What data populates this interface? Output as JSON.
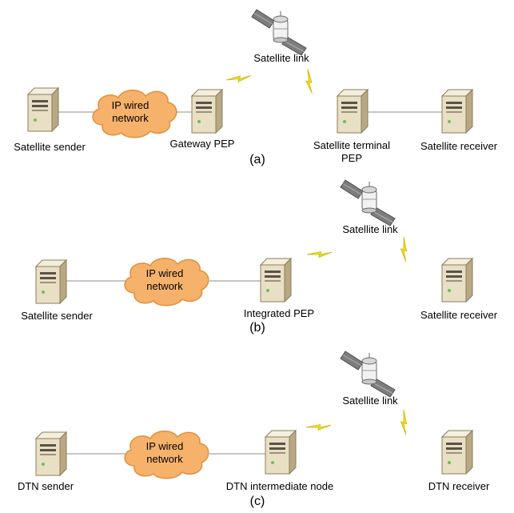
{
  "panels": [
    {
      "caption": "(a)",
      "satellite_label": "Satellite link",
      "cloud_label_line1": "IP wired",
      "cloud_label_line2": "network",
      "nodes": {
        "sender": "Satellite sender",
        "gateway": "Gateway PEP",
        "terminal_line1": "Satellite terminal",
        "terminal_line2": "PEP",
        "receiver": "Satellite receiver"
      }
    },
    {
      "caption": "(b)",
      "satellite_label": "Satellite link",
      "cloud_label_line1": "IP wired",
      "cloud_label_line2": "network",
      "nodes": {
        "sender": "Satellite sender",
        "integrated": "Integrated PEP",
        "receiver": "Satellite receiver"
      }
    },
    {
      "caption": "(c)",
      "satellite_label": "Satellite link",
      "cloud_label_line1": "IP wired",
      "cloud_label_line2": "network",
      "nodes": {
        "sender": "DTN sender",
        "intermediate": "DTN intermediate node",
        "receiver": "DTN receiver"
      }
    }
  ],
  "colors": {
    "cloud_fill": "#f6b26b",
    "cloud_stroke": "#e0903a",
    "server_body": "#e9dfc5",
    "server_side": "#b9a982",
    "lightning": "#f2e21a",
    "link_line": "#8c8c8c"
  }
}
